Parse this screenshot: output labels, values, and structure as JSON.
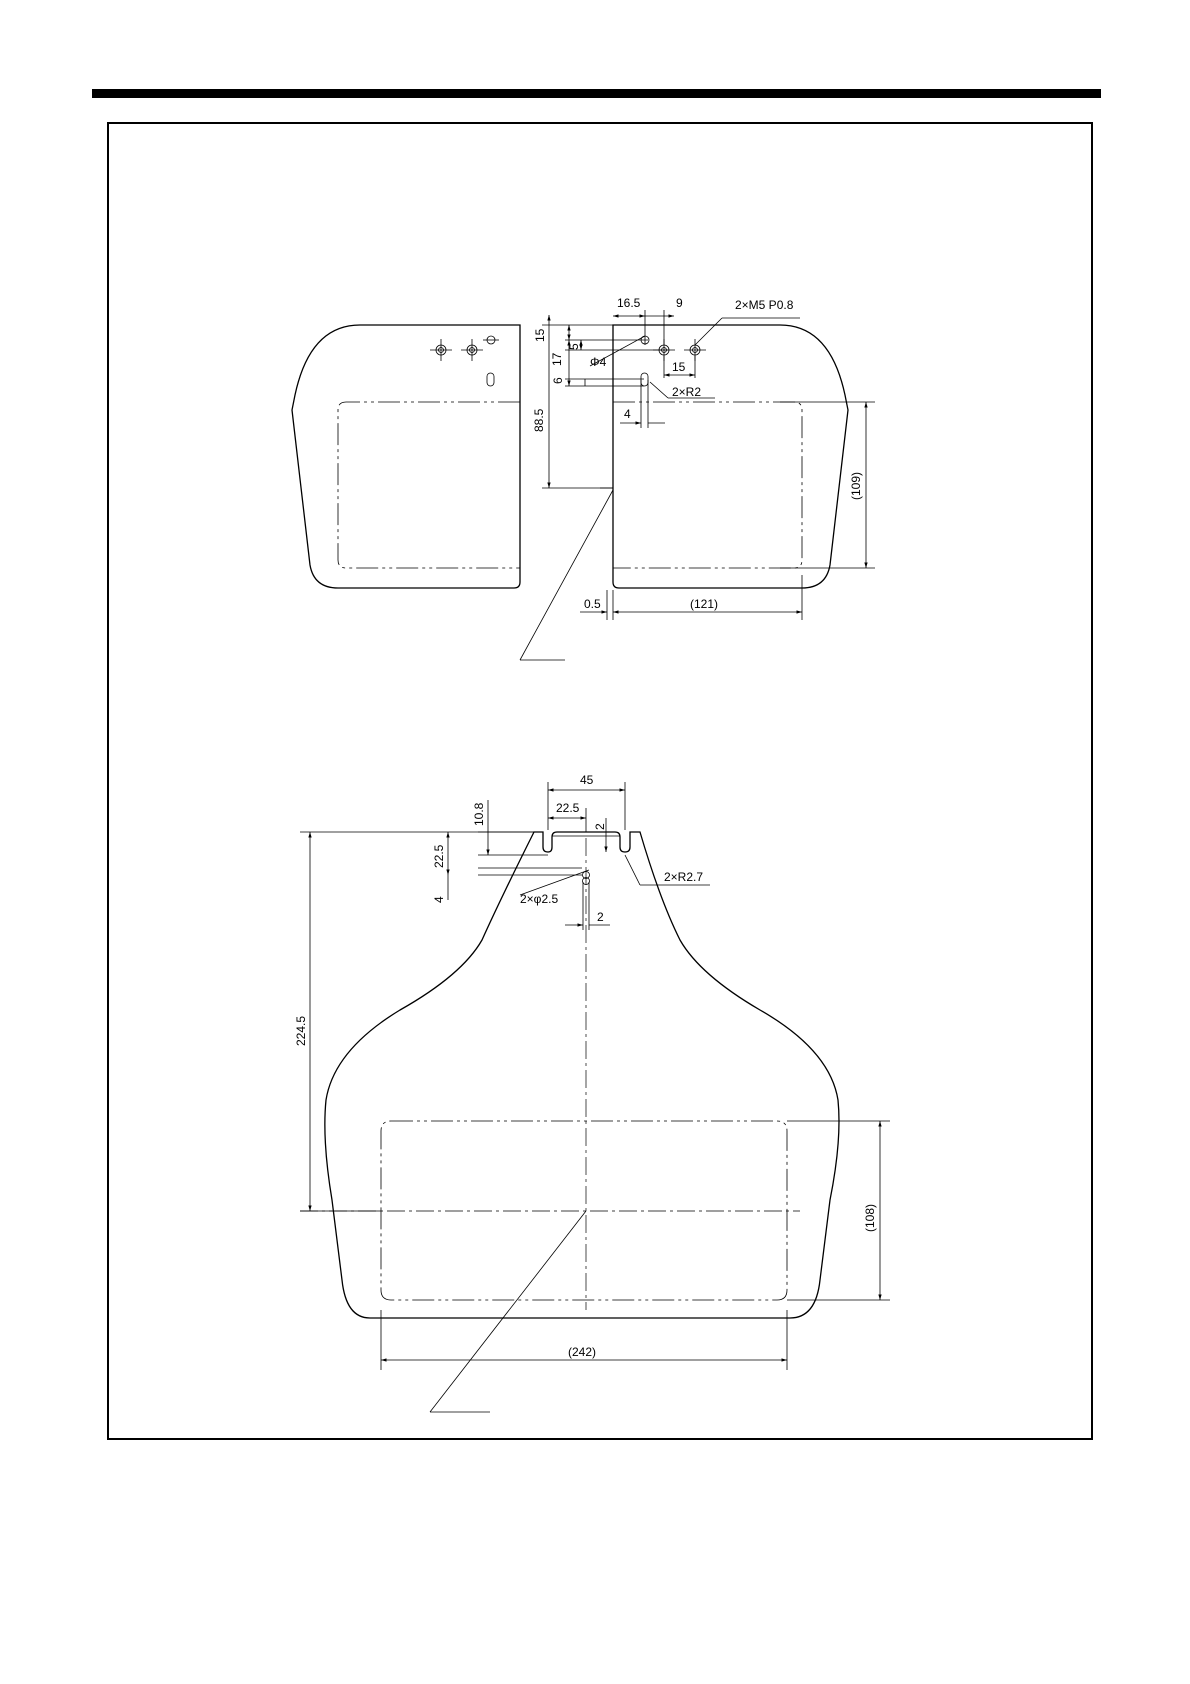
{
  "upper_view": {
    "dim_16_5": "16.5",
    "dim_9": "9",
    "dim_thread": "2×M5 P0.8",
    "dim_15_top": "15",
    "dim_5": "5",
    "dim_17": "17",
    "dim_phi4": "Φ4",
    "dim_15_right": "15",
    "dim_6": "6",
    "dim_r2": "2×R2",
    "dim_4": "4",
    "dim_88_5": "88.5",
    "dim_109": "(109)",
    "dim_0_5": "0.5",
    "dim_121": "(121)"
  },
  "lower_view": {
    "dim_45": "45",
    "dim_22_5_h": "22.5",
    "dim_10_8": "10.8",
    "dim_2_v": "2",
    "dim_22_5_v": "22.5",
    "dim_r2_7": "2×R2.7",
    "dim_4": "4",
    "dim_phi2_5": "2×φ2.5",
    "dim_2_h": "2",
    "dim_224_5": "224.5",
    "dim_108": "(108)",
    "dim_242": "(242)"
  }
}
